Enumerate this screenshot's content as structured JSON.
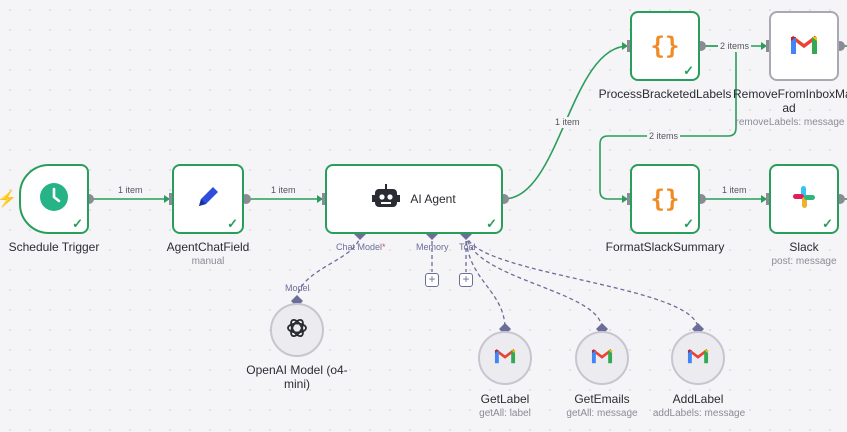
{
  "nodes": {
    "schedule_trigger": {
      "label": "Schedule Trigger"
    },
    "agent_chat_field": {
      "label": "AgentChatField",
      "sub": "manual"
    },
    "ai_agent": {
      "label": "AI Agent",
      "ports": {
        "chat_model": "Chat Model",
        "required_mark": "*",
        "memory": "Memory",
        "tool": "Tool"
      }
    },
    "openai_model": {
      "label": "OpenAI Model (o4-mini)",
      "port": "Model"
    },
    "process_bracketed_labels": {
      "label": "ProcessBracketedLabels"
    },
    "remove_from_inbox": {
      "label": "RemoveFromInboxMa ad",
      "sub": "removeLabels: message"
    },
    "format_slack_summary": {
      "label": "FormatSlackSummary"
    },
    "slack": {
      "label": "Slack",
      "sub": "post: message"
    },
    "get_label": {
      "label": "GetLabel",
      "sub": "getAll: label"
    },
    "get_emails": {
      "label": "GetEmails",
      "sub": "getAll: message"
    },
    "add_label": {
      "label": "AddLabel",
      "sub": "addLabels: message"
    }
  },
  "edge_labels": {
    "trigger_to_chat": "1 item",
    "chat_to_agent": "1 item",
    "agent_to_process": "1 item",
    "process_to_remove": "2 items",
    "process_to_format": "2 items",
    "format_to_slack": "1 item"
  },
  "icons": {
    "trigger": "clock-icon",
    "chat_field": "pencil-icon",
    "agent": "robot-icon",
    "code": "braces-icon",
    "gmail": "gmail-icon",
    "slack": "slack-icon",
    "openai": "openai-icon"
  },
  "glyphs": {
    "braces": "{}",
    "check": "✓",
    "plus": "+",
    "bolt": "⚡"
  },
  "colors": {
    "success": "#2a9d5c",
    "braces": "#f08a24",
    "connector": "#6d6d9a"
  }
}
